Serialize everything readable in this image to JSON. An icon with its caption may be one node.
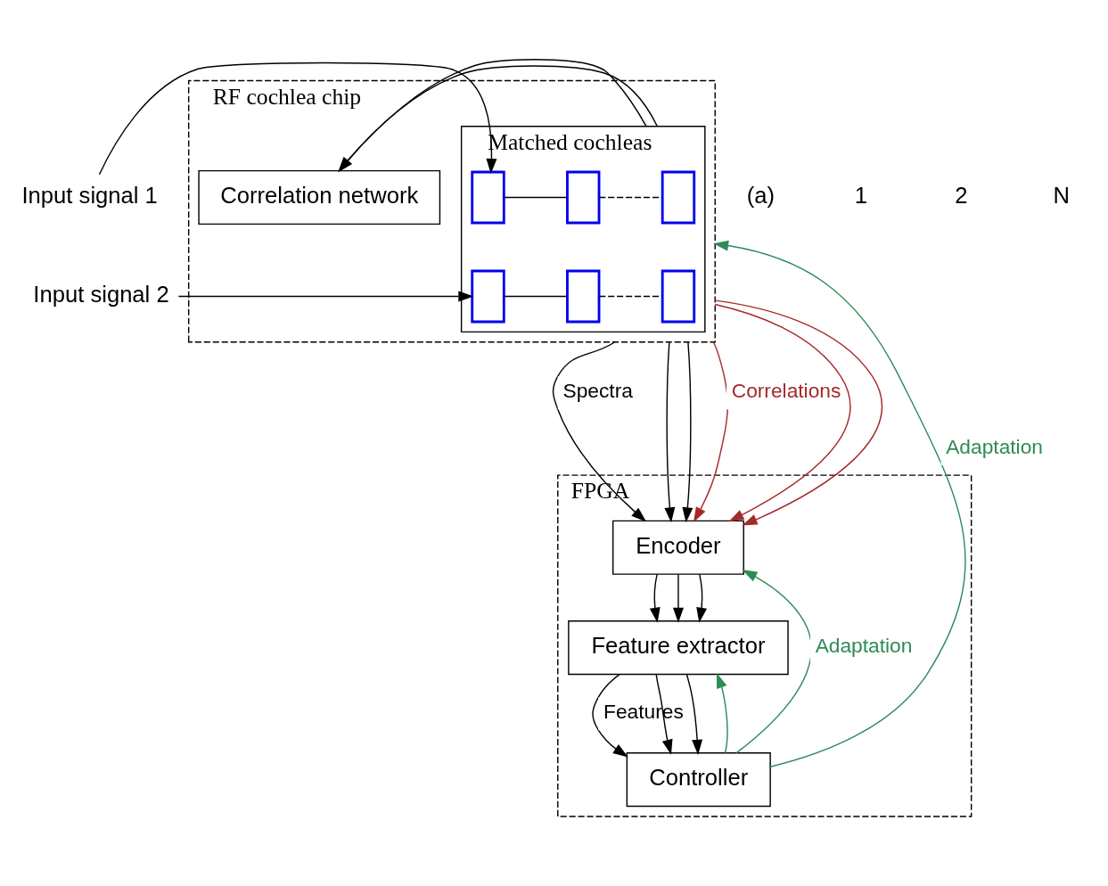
{
  "diagram": {
    "nodes": [
      {
        "text": [
          "RF cochlea chip"
        ]
      },
      {
        "text": [
          "Matched cochleas"
        ],
        "in": 0
      },
      {
        "text": [],
        "shape": "box",
        "in": 1
      },
      {
        "text": [],
        "shape": "box",
        "in": 1
      },
      {
        "text": [],
        "shape": "box",
        "in": 1
      },
      {
        "text": [],
        "shape": "box",
        "in": 1
      },
      {
        "text": [],
        "shape": "box",
        "in": 1
      },
      {
        "text": [],
        "shape": "box",
        "in": 1
      },
      {
        "text": [
          "Correlation network"
        ],
        "in": 0
      },
      {
        "text": [
          "Input signal 1"
        ]
      },
      {
        "text": [
          "Input signal 2"
        ]
      },
      {
        "text": [
          "FPGA"
        ]
      },
      {
        "text": [
          "Encoder"
        ],
        "in": 11
      },
      {
        "text": [
          "Feature extractor"
        ],
        "in": 11
      },
      {
        "text": [
          "Controller"
        ],
        "in": 11
      }
    ],
    "edges": [
      {
        "from": 9,
        "to": 2,
        "arrow": "to"
      },
      {
        "from": 10,
        "to": 5,
        "arrow": "to"
      },
      {
        "from": 2,
        "to": 3,
        "arrow": "none"
      },
      {
        "from": 3,
        "to": 4,
        "arrow": "none",
        "style": "dashed"
      },
      {
        "from": 5,
        "to": 6,
        "arrow": "none"
      },
      {
        "from": 6,
        "to": 7,
        "arrow": "none",
        "style": "dashed"
      },
      {
        "from": 1,
        "to": 8,
        "arrow": "to"
      },
      {
        "from": 1,
        "to": 8,
        "arrow": "to"
      },
      {
        "from": 0,
        "to": 12,
        "arrow": "to",
        "label": "Spectra"
      },
      {
        "from": 0,
        "to": 12,
        "arrow": "to"
      },
      {
        "from": 0,
        "to": 12,
        "arrow": "to"
      },
      {
        "from": 0,
        "to": 12,
        "arrow": "to",
        "color": "#a52a2a",
        "label": "Correlations"
      },
      {
        "from": 0,
        "to": 12,
        "arrow": "to",
        "color": "#a52a2a"
      },
      {
        "from": 0,
        "to": 12,
        "arrow": "to",
        "color": "#a52a2a"
      },
      {
        "from": 12,
        "to": 13,
        "arrow": "to"
      },
      {
        "from": 12,
        "to": 13,
        "arrow": "to"
      },
      {
        "from": 12,
        "to": 13,
        "arrow": "to"
      },
      {
        "from": 13,
        "to": 14,
        "arrow": "to",
        "label": "Features"
      },
      {
        "from": 13,
        "to": 14,
        "arrow": "to"
      },
      {
        "from": 13,
        "to": 14,
        "arrow": "to"
      },
      {
        "from": 14,
        "to": 12,
        "arrow": "to",
        "color": "#2e8b57",
        "label": "Adaptation"
      },
      {
        "from": 14,
        "to": 13,
        "arrow": "to",
        "color": "#2e8b57"
      },
      {
        "from": 14,
        "to": 0,
        "arrow": "to",
        "color": "#2e8b57",
        "label": "Adaptation"
      }
    ],
    "labels": [
      "(a)",
      "1",
      "2",
      "N"
    ]
  }
}
